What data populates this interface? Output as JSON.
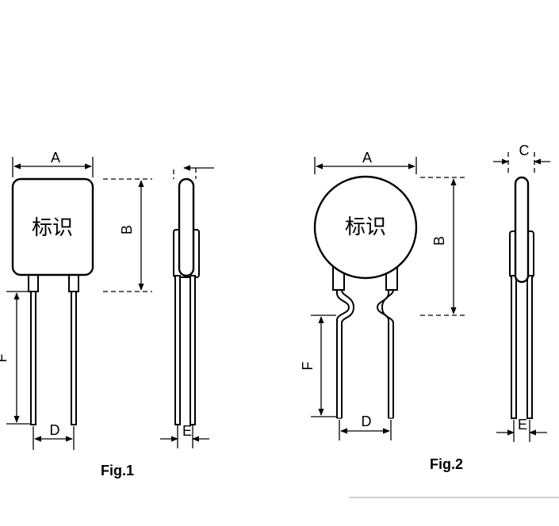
{
  "fig1": {
    "dims": {
      "a": "A",
      "b": "B",
      "f": "F",
      "d": "D",
      "e": "E"
    },
    "body_label": "标识",
    "caption": "Fig.1"
  },
  "fig2": {
    "dims": {
      "a": "A",
      "b": "B",
      "c": "C",
      "f": "F",
      "d": "D",
      "e": "E"
    },
    "body_label": "标识",
    "caption": "Fig.2"
  }
}
